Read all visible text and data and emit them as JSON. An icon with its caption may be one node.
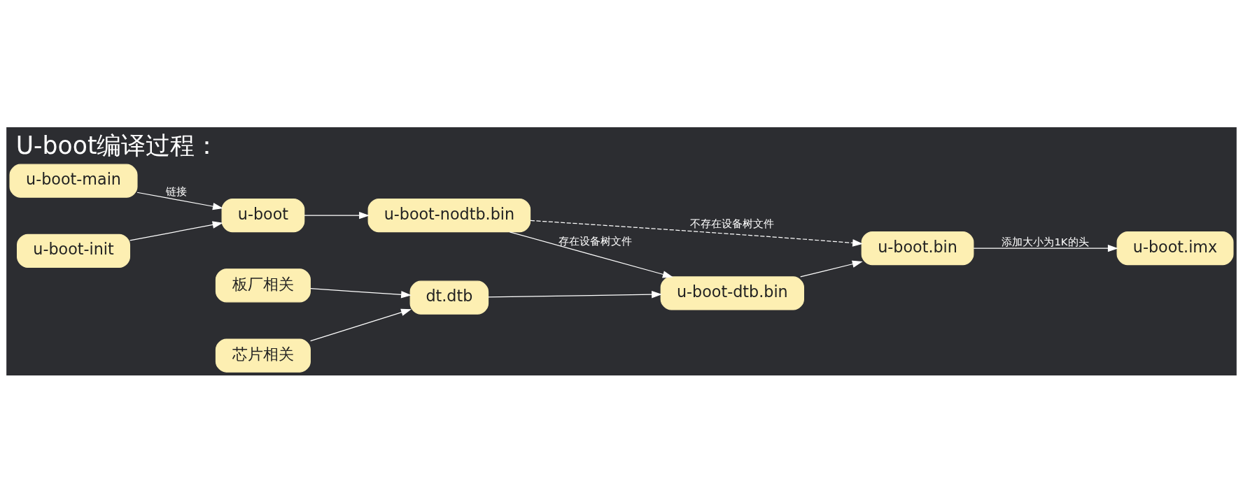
{
  "diagram": {
    "title": "U-boot编译过程：",
    "nodes": [
      {
        "text": [
          "u-boot-main"
        ]
      },
      {
        "text": [
          "u-boot-init"
        ]
      },
      {
        "text": [
          "u-boot"
        ]
      },
      {
        "text": [
          "u-boot-nodtb.bin"
        ]
      },
      {
        "text": [
          "u-boot.imx"
        ]
      },
      {
        "text": [
          "板厂相关"
        ]
      },
      {
        "text": [
          "芯片相关"
        ]
      },
      {
        "text": [
          "dt.dtb"
        ]
      },
      {
        "text": [
          "u-boot-dtb.bin"
        ]
      },
      {
        "text": [
          "u-boot.bin"
        ]
      }
    ],
    "edges": [
      {
        "from": 0,
        "to": 2,
        "arrow": "to",
        "label": "链接"
      },
      {
        "from": 1,
        "to": 2,
        "arrow": "to"
      },
      {
        "from": 2,
        "to": 3,
        "arrow": "to"
      },
      {
        "from": 3,
        "to": 8,
        "arrow": "to",
        "label": "存在设备树文件"
      },
      {
        "from": 3,
        "to": 9,
        "arrow": "to",
        "style": "dashed",
        "label": "不存在设备树文件"
      },
      {
        "from": 5,
        "to": 7,
        "arrow": "to"
      },
      {
        "from": 6,
        "to": 7,
        "arrow": "to"
      },
      {
        "from": 7,
        "to": 8,
        "arrow": "to"
      },
      {
        "from": 8,
        "to": 9,
        "arrow": "to"
      },
      {
        "from": 9,
        "to": 4,
        "arrow": "to",
        "label": "添加大小为1K的头"
      }
    ]
  }
}
